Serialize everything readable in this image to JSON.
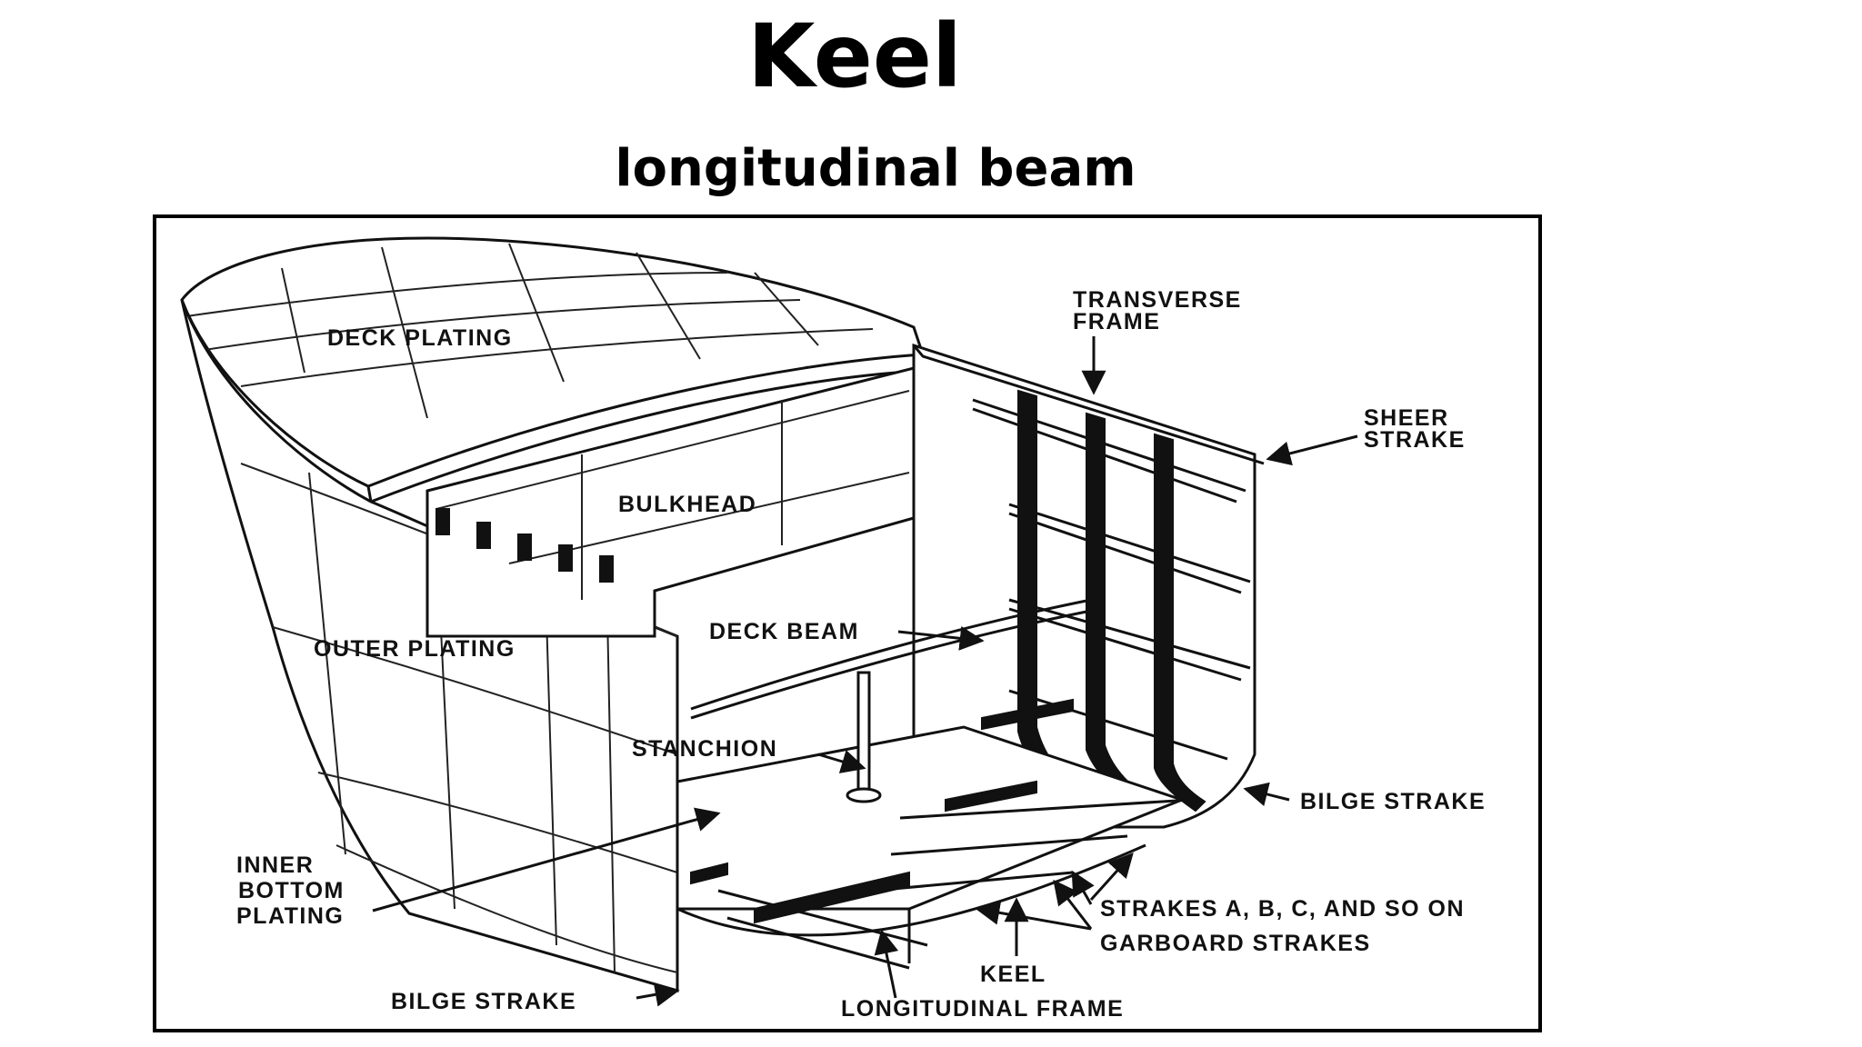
{
  "slide": {
    "title": "Keel",
    "subtitle": "longitudinal beam"
  },
  "diagram": {
    "labels": {
      "deck_plating": "DECK PLATING",
      "transverse_frame_1": "TRANSVERSE",
      "transverse_frame_2": "FRAME",
      "sheer_strake_1": "SHEER",
      "sheer_strake_2": "STRAKE",
      "bulkhead": "BULKHEAD",
      "outer_plating": "OUTER PLATING",
      "deck_beam": "DECK BEAM",
      "stanchion": "STANCHION",
      "bilge_strake_right": "BILGE STRAKE",
      "inner_bottom_1": "INNER",
      "inner_bottom_2": "BOTTOM",
      "inner_bottom_3": "PLATING",
      "strakes_abc": "STRAKES A, B, C, AND SO ON",
      "garboard_strakes": "GARBOARD STRAKES",
      "keel": "KEEL",
      "bilge_strake_left": "BILGE STRAKE",
      "longitudinal_frame": "LONGITUDINAL FRAME"
    }
  }
}
